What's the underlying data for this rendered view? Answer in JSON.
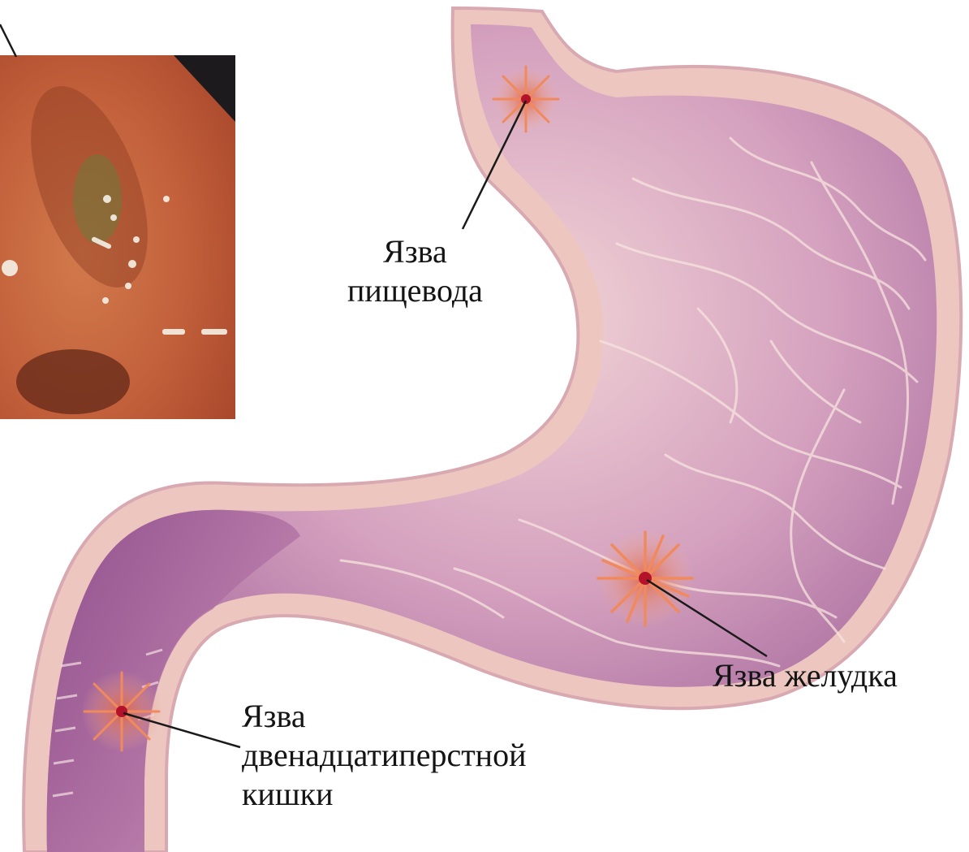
{
  "labels": {
    "esophagus_ulcer": [
      "Язва",
      "пищевода"
    ],
    "stomach_ulcer": "Язва желудка",
    "duodenal_ulcer": [
      "Язва",
      "двенадцатиперстной",
      "кишки"
    ]
  },
  "colors": {
    "tissue_outer": "#eac0ba",
    "tissue_mid": "#d9a4b0",
    "lumen_light": "#f2d8d2",
    "lumen_purple": "#9a5a93",
    "ulcer_core": "#b3122a",
    "ulcer_ray": "#f09a72",
    "endoscopy_base": "#c6663f",
    "endoscopy_dark": "#1c1a1d",
    "leader_line": "#1a1a1a"
  }
}
